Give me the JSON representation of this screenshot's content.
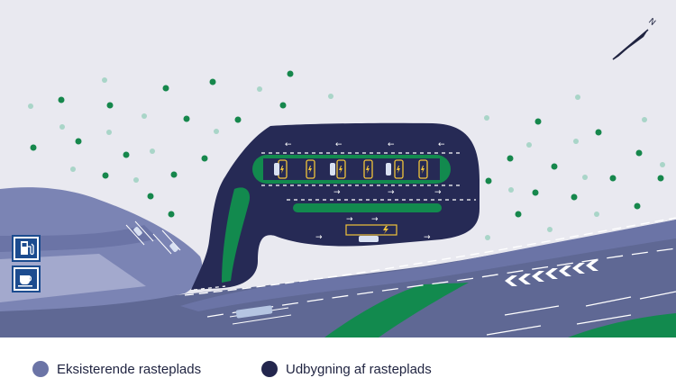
{
  "legend": {
    "existing": {
      "label": "Eksisterende rasteplads",
      "color": "#6b74a6"
    },
    "expansion": {
      "label": "Udbygning af rasteplads",
      "color": "#23264d"
    }
  },
  "colors": {
    "background": "#e9e9f0",
    "highway": "#5f6894",
    "existing_area": "#7b84b4",
    "expansion_area": "#262a55",
    "green": "#128a4e",
    "tree_dark": "#16874c",
    "tree_light": "#a9d5c8",
    "lane_marking": "#ffffff",
    "service_icon": "#1c4c8f"
  },
  "icons": [
    "compass-north-icon",
    "fuel-pump-icon",
    "coffee-cup-icon",
    "ev-charging-icon",
    "parked-car-icon",
    "direction-arrow-icon"
  ],
  "compass": {
    "label": "N"
  }
}
